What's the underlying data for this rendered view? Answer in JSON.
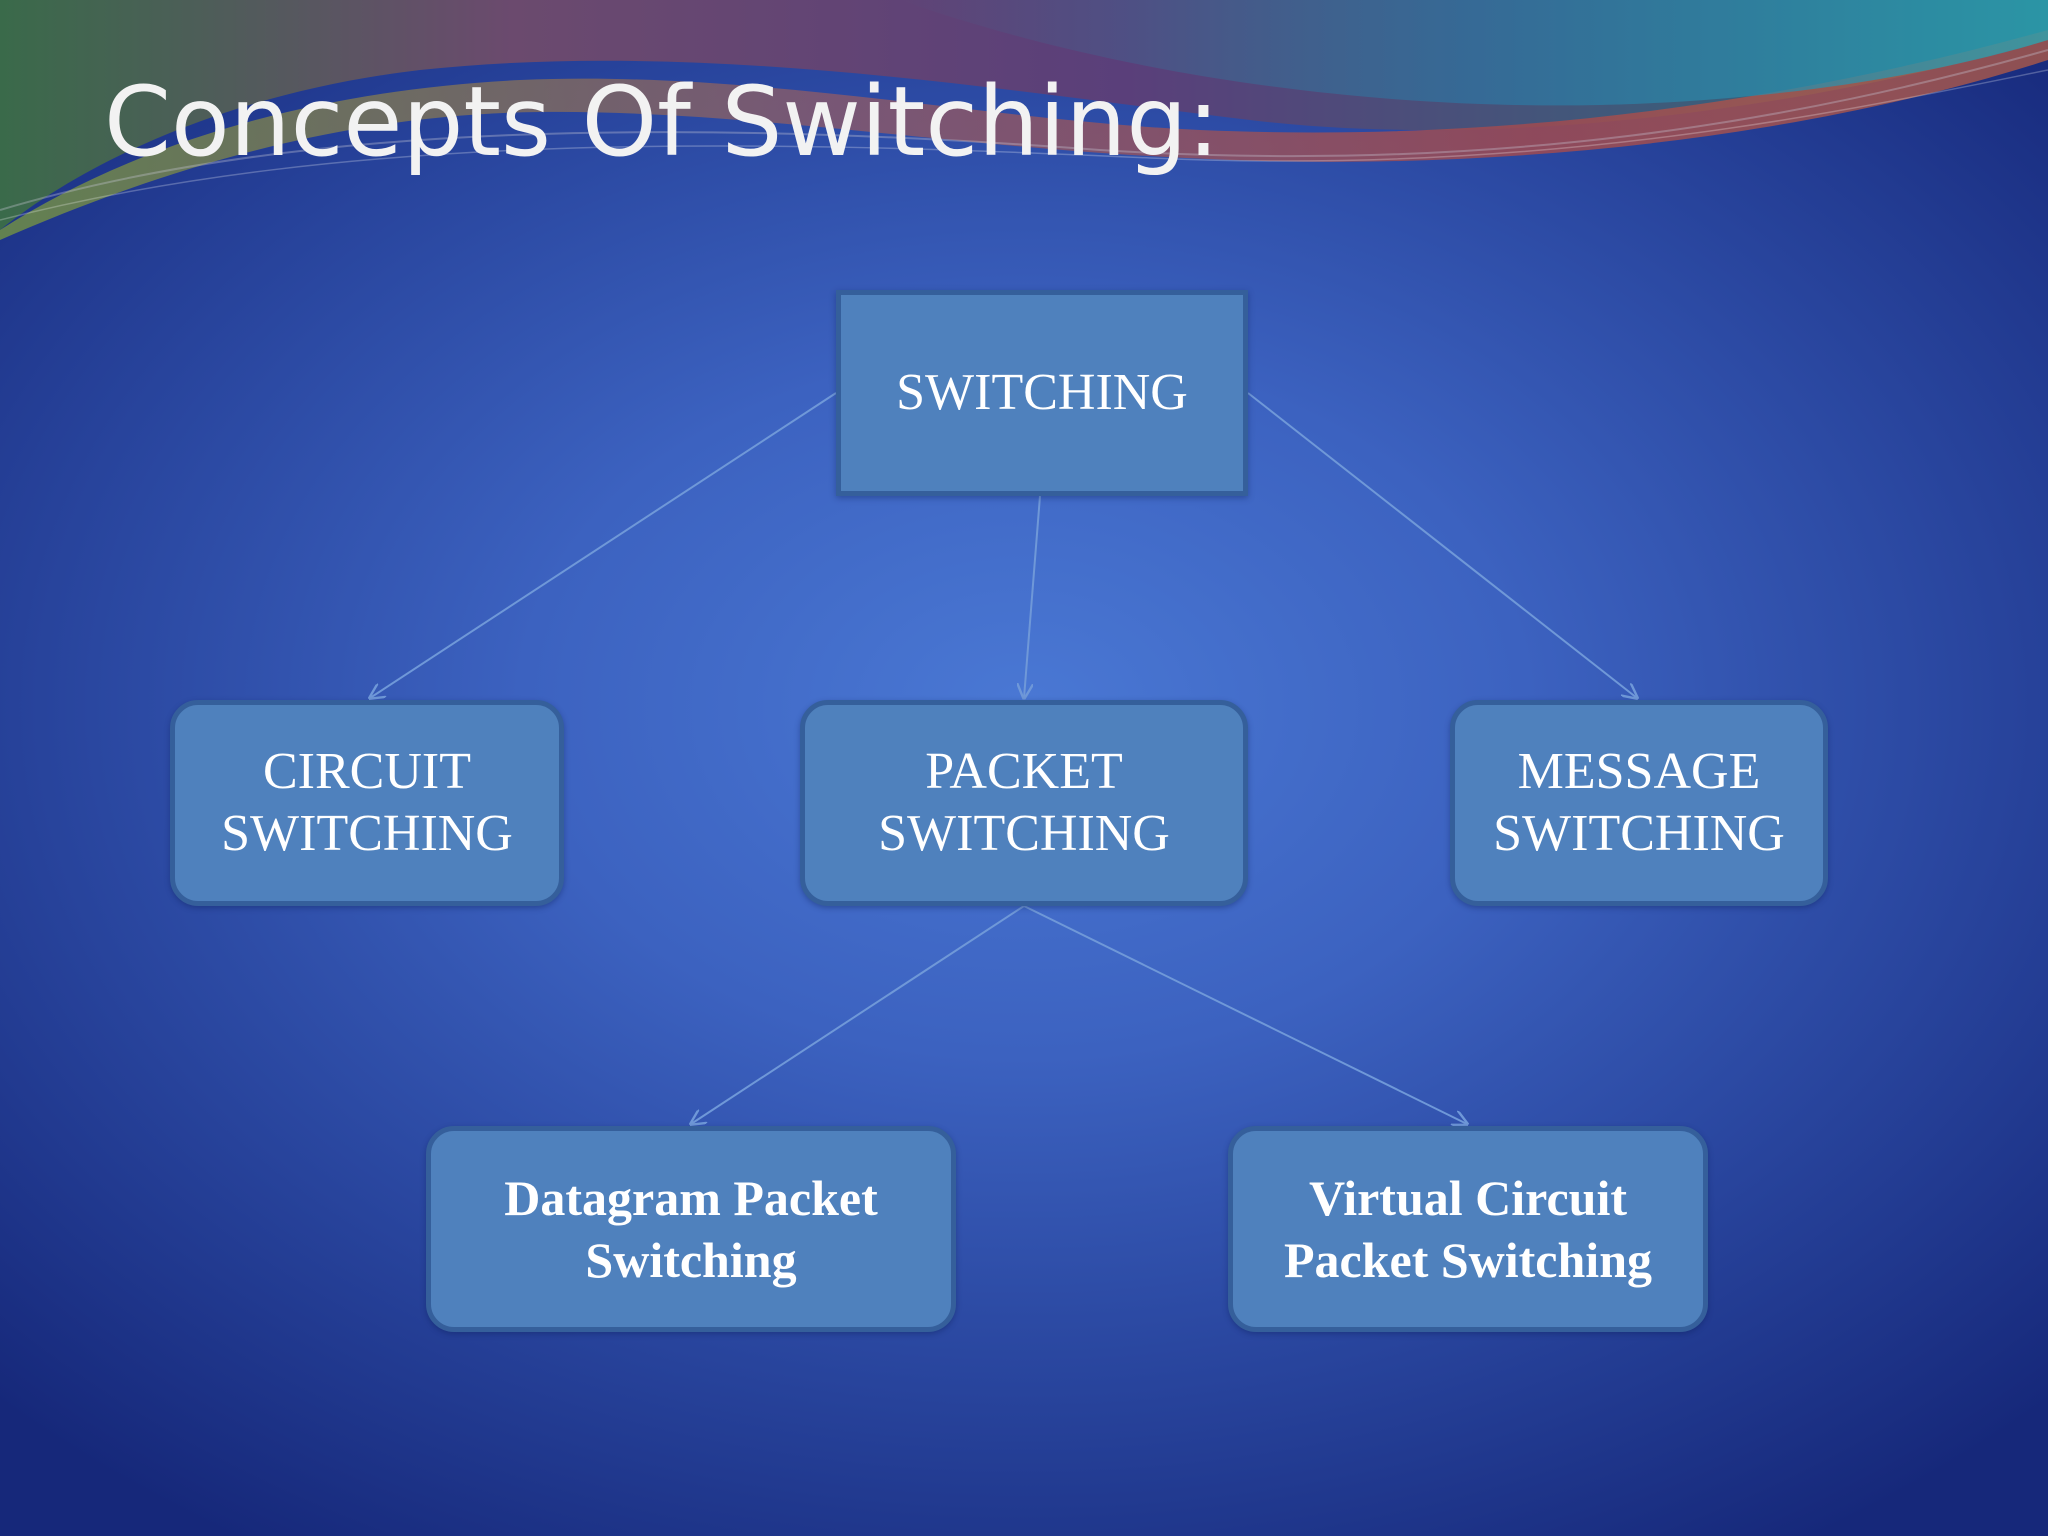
{
  "slide": {
    "title": "Concepts Of Switching:"
  },
  "diagram": {
    "root": {
      "label": "SWITCHING"
    },
    "children": [
      {
        "id": "circuit",
        "label": "CIRCUIT\nSWITCHING"
      },
      {
        "id": "packet",
        "label": "PACKET\nSWITCHING"
      },
      {
        "id": "message",
        "label": "MESSAGE\nSWITCHING"
      }
    ],
    "packet_children": [
      {
        "id": "datagram",
        "label": "Datagram Packet\nSwitching"
      },
      {
        "id": "virtual",
        "label": "Virtual Circuit\nPacket Switching"
      }
    ],
    "edges": [
      [
        "SWITCHING",
        "CIRCUIT SWITCHING"
      ],
      [
        "SWITCHING",
        "PACKET SWITCHING"
      ],
      [
        "SWITCHING",
        "MESSAGE SWITCHING"
      ],
      [
        "PACKET SWITCHING",
        "Datagram Packet Switching"
      ],
      [
        "PACKET SWITCHING",
        "Virtual Circuit Packet Switching"
      ]
    ]
  },
  "colors": {
    "node_fill": "#4f81bd",
    "node_border": "#355f9b",
    "connector": "#6f98d8",
    "title_text": "#f2f2f2",
    "node_text": "#ffffff"
  }
}
